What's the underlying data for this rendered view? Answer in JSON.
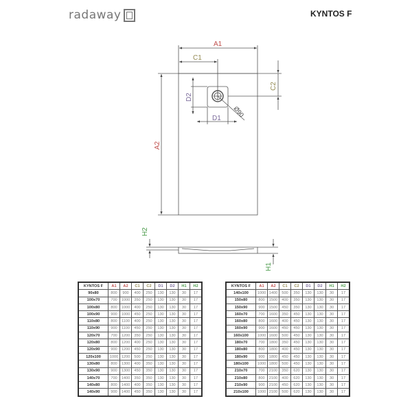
{
  "header": {
    "brand": "radaway",
    "product_title": "KYNTOS F"
  },
  "colors": {
    "A": "#c0504d",
    "C": "#948a54",
    "D": "#7a6a9a",
    "H": "#4a9a4a",
    "line": "#555555"
  },
  "drawing": {
    "labels": {
      "A1": "A1",
      "A2": "A2",
      "C1": "C1",
      "C2": "C2",
      "D1": "D1",
      "D2": "D2",
      "diameter": "Ø90",
      "H1": "H1",
      "H2": "H2"
    }
  },
  "tables": {
    "columns": [
      "KYNTOS F",
      "A1",
      "A2",
      "C1",
      "C2",
      "D1",
      "D2",
      "H1",
      "H2"
    ],
    "left": [
      [
        "90x80",
        "800",
        "900",
        "400",
        "250",
        "130",
        "130",
        "30",
        "17"
      ],
      [
        "100x70",
        "700",
        "1000",
        "350",
        "250",
        "130",
        "130",
        "30",
        "17"
      ],
      [
        "100x80",
        "800",
        "1000",
        "400",
        "250",
        "130",
        "130",
        "30",
        "17"
      ],
      [
        "100x90",
        "900",
        "1000",
        "450",
        "250",
        "130",
        "130",
        "30",
        "17"
      ],
      [
        "110x80",
        "800",
        "1100",
        "400",
        "250",
        "130",
        "130",
        "30",
        "17"
      ],
      [
        "110x90",
        "900",
        "1100",
        "450",
        "250",
        "130",
        "130",
        "30",
        "17"
      ],
      [
        "120x70",
        "700",
        "1200",
        "350",
        "250",
        "130",
        "130",
        "30",
        "17"
      ],
      [
        "120x80",
        "800",
        "1200",
        "400",
        "250",
        "130",
        "130",
        "30",
        "17"
      ],
      [
        "120x90",
        "900",
        "1200",
        "450",
        "250",
        "130",
        "130",
        "30",
        "17"
      ],
      [
        "120x100",
        "1000",
        "1200",
        "500",
        "250",
        "130",
        "130",
        "30",
        "17"
      ],
      [
        "130x80",
        "800",
        "1300",
        "400",
        "350",
        "130",
        "130",
        "30",
        "17"
      ],
      [
        "130x90",
        "900",
        "1300",
        "450",
        "350",
        "130",
        "130",
        "30",
        "17"
      ],
      [
        "140x70",
        "700",
        "1400",
        "350",
        "350",
        "130",
        "130",
        "30",
        "17"
      ],
      [
        "140x80",
        "800",
        "1400",
        "400",
        "350",
        "130",
        "130",
        "30",
        "17"
      ],
      [
        "140x90",
        "900",
        "1400",
        "450",
        "350",
        "130",
        "130",
        "30",
        "17"
      ]
    ],
    "right": [
      [
        "140x100",
        "1000",
        "1400",
        "500",
        "350",
        "130",
        "130",
        "30",
        "17"
      ],
      [
        "150x80",
        "800",
        "1500",
        "400",
        "350",
        "130",
        "130",
        "30",
        "17"
      ],
      [
        "150x90",
        "900",
        "1500",
        "450",
        "350",
        "130",
        "130",
        "30",
        "17"
      ],
      [
        "160x70",
        "700",
        "1600",
        "350",
        "450",
        "130",
        "130",
        "30",
        "17"
      ],
      [
        "160x80",
        "800",
        "1600",
        "400",
        "450",
        "130",
        "130",
        "30",
        "17"
      ],
      [
        "160x90",
        "900",
        "1600",
        "450",
        "450",
        "130",
        "130",
        "30",
        "17"
      ],
      [
        "160x100",
        "1000",
        "1600",
        "500",
        "450",
        "130",
        "130",
        "30",
        "17"
      ],
      [
        "180x70",
        "700",
        "1800",
        "350",
        "450",
        "130",
        "130",
        "30",
        "17"
      ],
      [
        "180x80",
        "800",
        "1800",
        "400",
        "450",
        "130",
        "130",
        "30",
        "17"
      ],
      [
        "180x90",
        "900",
        "1800",
        "450",
        "450",
        "130",
        "130",
        "30",
        "17"
      ],
      [
        "180x100",
        "1000",
        "1800",
        "500",
        "450",
        "130",
        "130",
        "30",
        "17"
      ],
      [
        "210x70",
        "700",
        "2100",
        "350",
        "620",
        "130",
        "130",
        "30",
        "17"
      ],
      [
        "210x80",
        "800",
        "2100",
        "400",
        "620",
        "130",
        "130",
        "30",
        "17"
      ],
      [
        "210x90",
        "900",
        "2100",
        "450",
        "620",
        "130",
        "130",
        "30",
        "17"
      ],
      [
        "210x100",
        "1000",
        "2100",
        "500",
        "620",
        "130",
        "130",
        "30",
        "17"
      ]
    ]
  }
}
